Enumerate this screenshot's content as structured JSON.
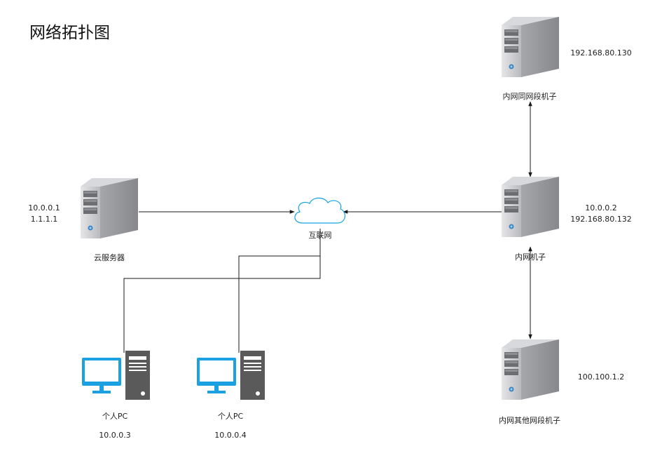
{
  "title": "网络拓扑图",
  "cloud": {
    "label": "互联网"
  },
  "servers": {
    "cloud_server": {
      "label": "云服务器",
      "ips": [
        "10.0.0.1",
        "1.1.1.1"
      ]
    },
    "intranet_machine": {
      "label": "内网机子",
      "ips": [
        "10.0.0.2",
        "192.168.80.132"
      ]
    },
    "same_segment_machine": {
      "label": "内网同网段机子",
      "ips": [
        "192.168.80.130"
      ]
    },
    "other_segment_machine": {
      "label": "内网其他网段机子",
      "ips": [
        "100.100.1.2"
      ]
    }
  },
  "pcs": {
    "pc1": {
      "label": "个人PC",
      "ip": "10.0.0.3"
    },
    "pc2": {
      "label": "个人PC",
      "ip": "10.0.0.4"
    }
  },
  "colors": {
    "server_body": "#c2c3c7",
    "server_side": "#8e8f93",
    "monitor": "#1ba1e2",
    "pc_tower": "#5a5a5a"
  }
}
